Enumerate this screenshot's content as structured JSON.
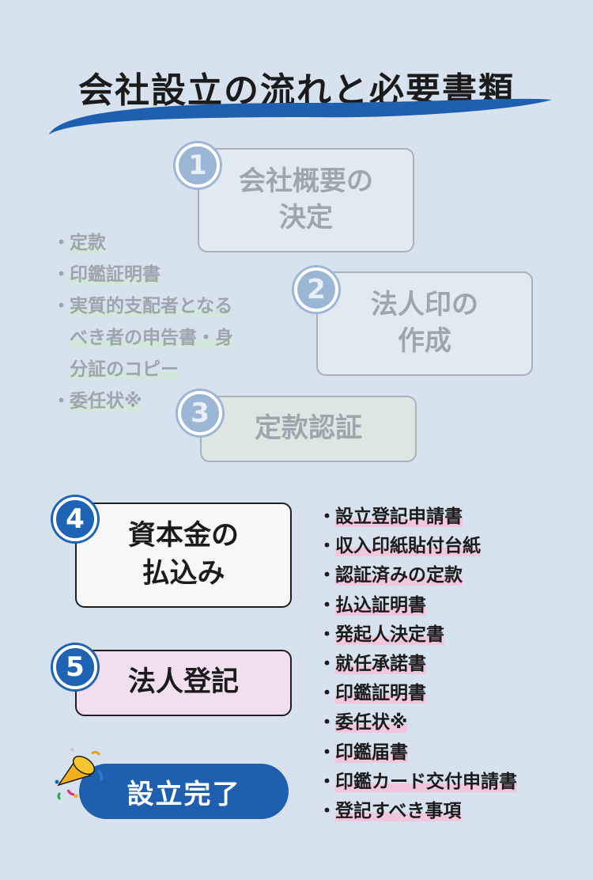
{
  "title": "会社設立の流れと必要書類",
  "steps": [
    {
      "number": "1",
      "label_line1": "会社概要の",
      "label_line2": "決定"
    },
    {
      "number": "2",
      "label_line1": "法人印の",
      "label_line2": "作成"
    },
    {
      "number": "3",
      "label_line1": "定款認証"
    },
    {
      "number": "4",
      "label_line1": "資本金の",
      "label_line2": "払込み"
    },
    {
      "number": "5",
      "label_line1": "法人登記"
    }
  ],
  "faded_documents": {
    "bullet": "・",
    "items": [
      {
        "lines": [
          "定款"
        ]
      },
      {
        "lines": [
          "印鑑証明書"
        ]
      },
      {
        "lines": [
          "実質的支配者となる",
          "べき者の申告書・身",
          "分証のコピー"
        ]
      },
      {
        "lines": [
          "委任状※"
        ]
      }
    ]
  },
  "registration_documents": {
    "bullet": "・",
    "items": [
      "設立登記申請書",
      "収入印紙貼付台紙",
      "認証済みの定款",
      "払込証明書",
      "発起人決定書",
      "就任承諾書",
      "印鑑証明書",
      "委任状※",
      "印鑑届書",
      "印鑑カード交付申請書",
      "登記すべき事項"
    ]
  },
  "completion_label": "設立完了",
  "colors": {
    "background": "#d7e2ef",
    "accent_blue": "#1f63b4",
    "step5_fill": "#f1dff0",
    "highlight_pink": "#f2c6dc"
  },
  "icons": {
    "complete": "party-popper-icon"
  }
}
